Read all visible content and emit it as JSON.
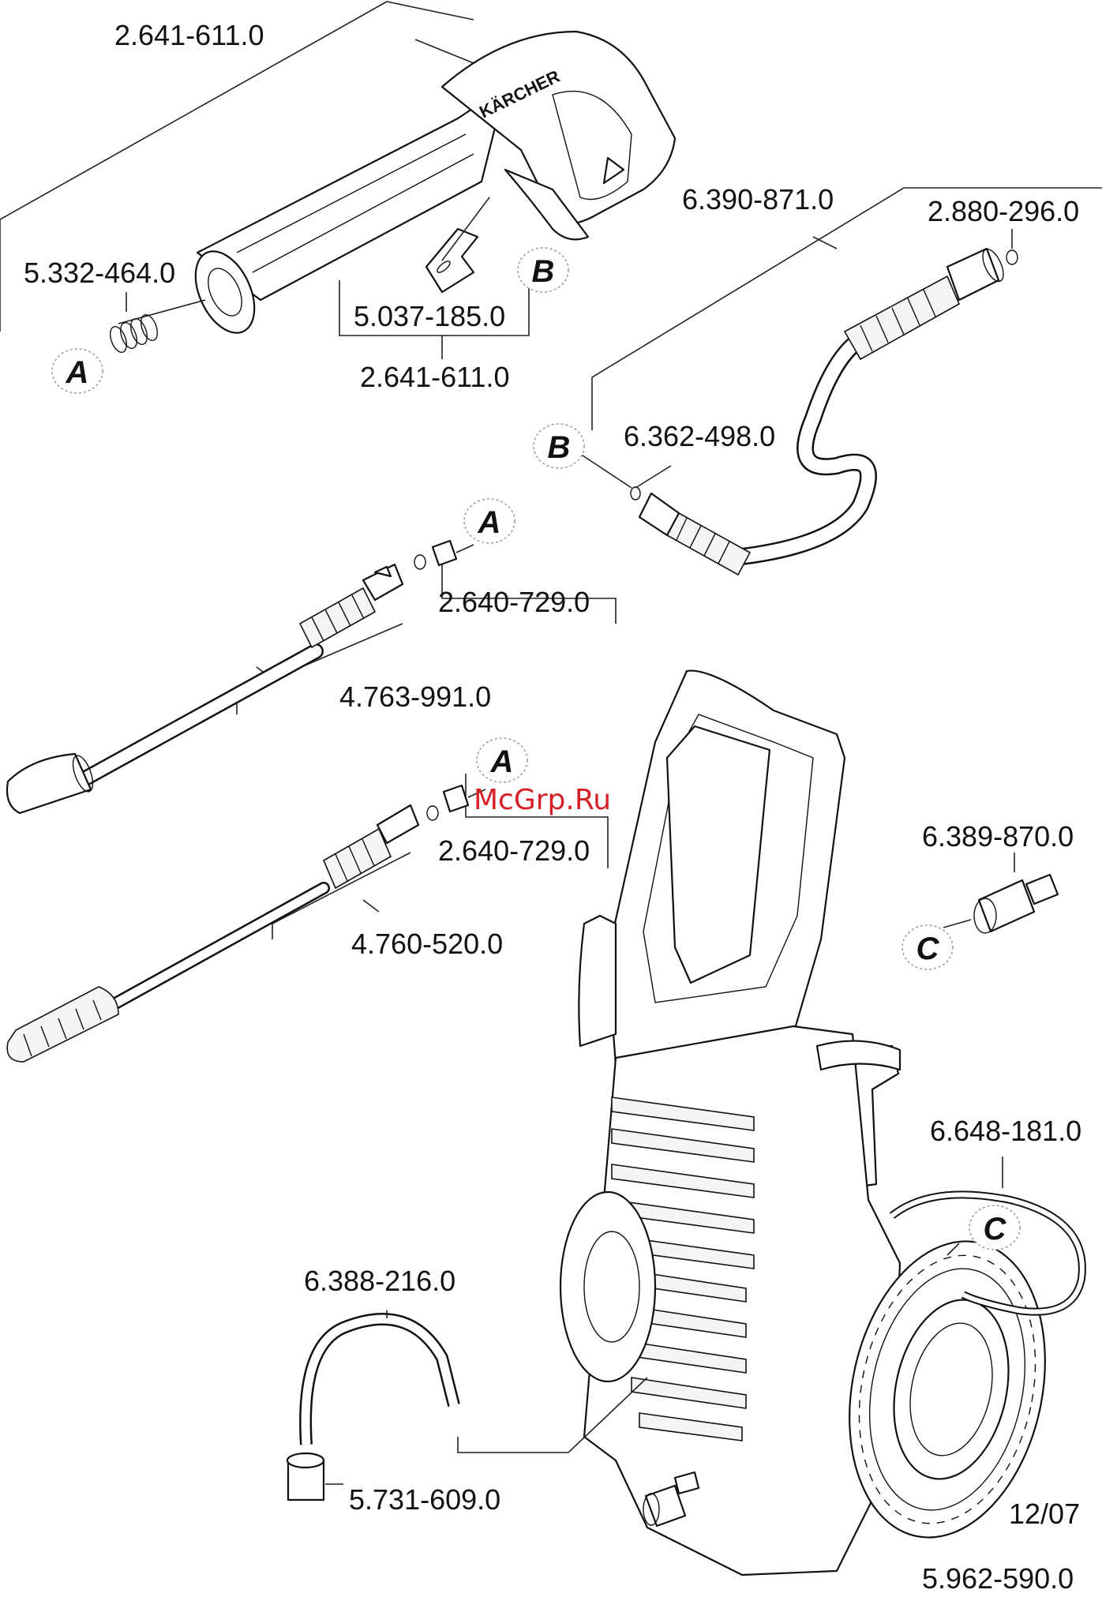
{
  "labels": {
    "gun": "2.641-611.0",
    "gun_assembly": "2.641-611.0",
    "spring": "5.332-464.0",
    "clip": "5.037-185.0",
    "hose": "6.390-871.0",
    "hose_oring": "2.880-296.0",
    "hose_end": "6.362-498.0",
    "connector_1": "2.640-729.0",
    "lance_1": "4.763-991.0",
    "connector_2": "2.640-729.0",
    "lance_2": "4.760-520.0",
    "coupling": "6.389-870.0",
    "power_cord": "6.648-181.0",
    "suction_hose": "6.388-216.0",
    "filter": "5.731-609.0",
    "date": "12/07",
    "doc_number": "5.962-590.0"
  },
  "badges": {
    "a1": "A",
    "a2": "A",
    "a3": "A",
    "b1": "B",
    "b2": "B",
    "c1": "C",
    "c2": "C"
  },
  "brand_text": "KÄRCHER",
  "watermark": "McGrp.Ru",
  "colors": {
    "ink": "#111111",
    "watermark": "#d61f26"
  }
}
